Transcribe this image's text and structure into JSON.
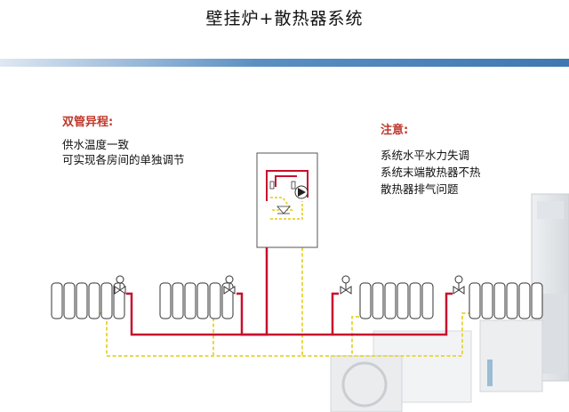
{
  "title": "壁挂炉+散热器系统",
  "left_note": {
    "heading": "双管异程:",
    "lines": [
      "供水温度一致",
      "可实现各房间的单独调节"
    ]
  },
  "right_note": {
    "heading": "注意:",
    "lines": [
      "系统水平水力失调",
      "系统末端散热器不热",
      "散热器排气问题"
    ]
  },
  "colors": {
    "supply_pipe": "#c8102e",
    "return_pipe": "#e8d84a",
    "heading_text": "#c0392b",
    "header_bar": "#3f78b2"
  },
  "icons": [
    "radiator-icon",
    "valve-icon",
    "boiler-icon",
    "pump-icon",
    "heat-pump-unit-icon"
  ]
}
